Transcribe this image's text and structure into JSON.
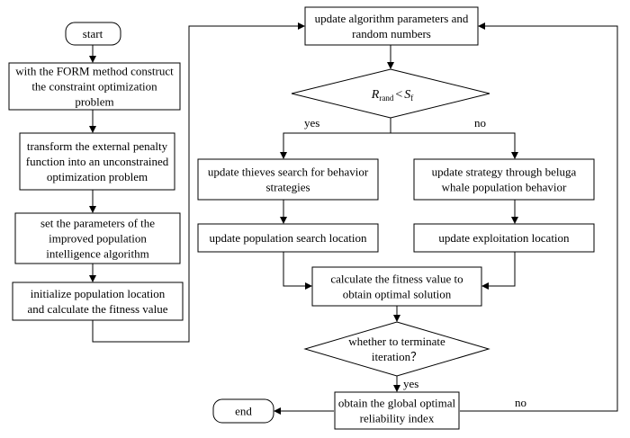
{
  "nodes": {
    "start": {
      "lines": [
        "start"
      ]
    },
    "form": {
      "lines": [
        "with the FORM method construct",
        "the constraint optimization",
        "problem"
      ]
    },
    "penalty": {
      "lines": [
        "transform the external penalty",
        "function into an unconstrained",
        "optimization problem"
      ]
    },
    "params": {
      "lines": [
        "set the parameters of the",
        "improved population",
        "intelligence algorithm"
      ]
    },
    "init": {
      "lines": [
        "initialize population location",
        "and calculate the fitness value"
      ]
    },
    "update_params": {
      "lines": [
        "update algorithm parameters and",
        "random numbers"
      ]
    },
    "decision": {
      "r": "R",
      "r_sub": "rand",
      "op": "<",
      "s": "S",
      "s_sub": "f"
    },
    "thieves": {
      "lines": [
        "update thieves search for behavior",
        "strategies"
      ]
    },
    "beluga": {
      "lines": [
        "update strategy through beluga",
        "whale population behavior"
      ]
    },
    "pop_search": {
      "lines": [
        "update population search location"
      ]
    },
    "exploit": {
      "lines": [
        "update exploitation location"
      ]
    },
    "fitness": {
      "lines": [
        "calculate the fitness value to",
        "obtain optimal solution"
      ]
    },
    "terminate": {
      "lines": [
        "whether to terminate",
        "iteration？"
      ]
    },
    "global": {
      "lines": [
        "obtain the global optimal",
        "reliability index"
      ]
    },
    "end": {
      "lines": [
        "end"
      ]
    }
  },
  "edge_labels": {
    "yes_branch": "yes",
    "no_branch": "no",
    "yes_terminate": "yes",
    "no_loop": "no"
  }
}
